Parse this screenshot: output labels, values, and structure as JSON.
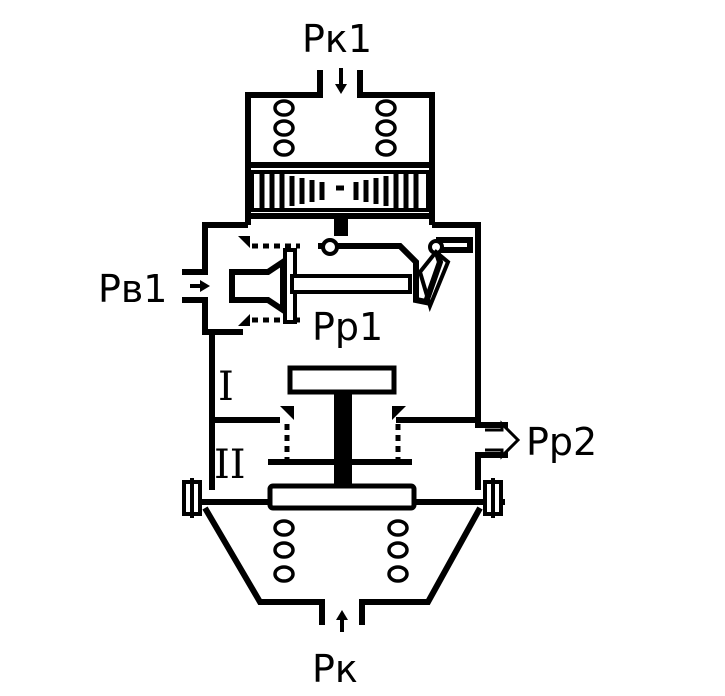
{
  "labels": {
    "pk1": "Рк1",
    "pv1": "Рв1",
    "pp1": "Рр1",
    "pp2": "Рр2",
    "pk": "Рк",
    "chamber_1": "I",
    "chamber_2": "II"
  }
}
